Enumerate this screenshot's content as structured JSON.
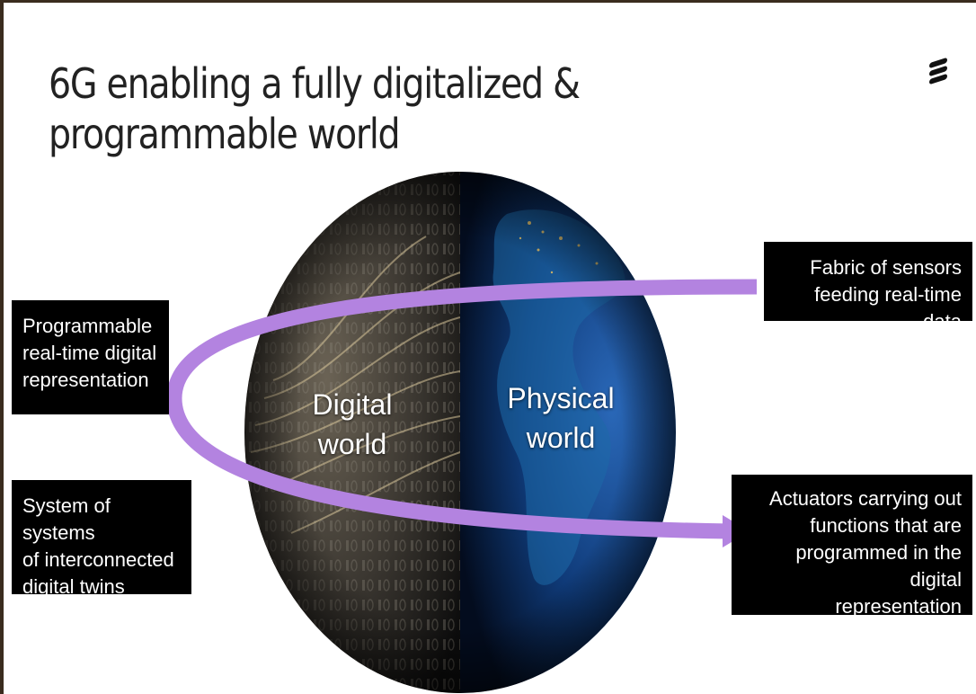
{
  "title_line1": "6G enabling a fully digitalized &",
  "title_line2": "programmable world",
  "logo_icon": "ericsson-logo-icon",
  "globe": {
    "digital_line1": "Digital",
    "digital_line2": "world",
    "physical_line1": "Physical",
    "physical_line2": "world"
  },
  "labels": {
    "programmable": [
      "Programmable",
      "real-time digital",
      "representation"
    ],
    "system": [
      "System of systems",
      "of interconnected",
      "digital twins"
    ],
    "sensors": [
      "Fabric of sensors",
      "feeding real-time data"
    ],
    "actuators": [
      "Actuators carrying out",
      "functions that are",
      "programmed in the digital",
      "representation"
    ]
  },
  "colors": {
    "arrow": "#b383e0",
    "arrow_head": "#6cae2f",
    "label_bg": "#000000"
  }
}
